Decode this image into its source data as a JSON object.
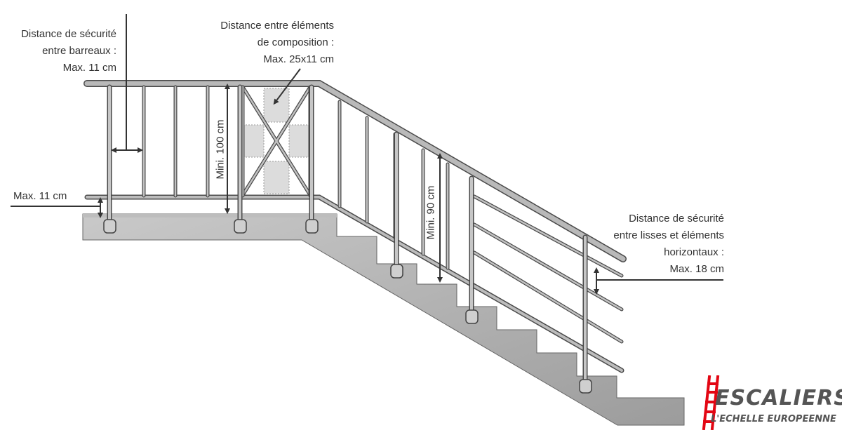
{
  "labels": {
    "barreaux": [
      "Distance de sécurité",
      "entre barreaux :",
      "Max. 11 cm"
    ],
    "composition": [
      "Distance entre éléments",
      "de composition :",
      "Max. 25x11 cm"
    ],
    "lisses": [
      "Distance de sécurité",
      "entre lisses et éléments",
      "horizontaux :",
      "Max. 18 cm"
    ],
    "bottom_gap": "Max. 11 cm",
    "height_landing": "Mini. 100 cm",
    "height_stair": "Mini. 90 cm"
  },
  "brand": {
    "name": "ESCALIERS",
    "tagline": "L'ECHELLE EUROPEENNE",
    "accent_color": "#e30613",
    "text_color": "#555555"
  },
  "colors": {
    "structure": "#b0b0b0",
    "rail": "#9a9a9a",
    "outline": "#4a4a4a",
    "highlight": "#dcdcdc",
    "arrow": "#333333"
  }
}
